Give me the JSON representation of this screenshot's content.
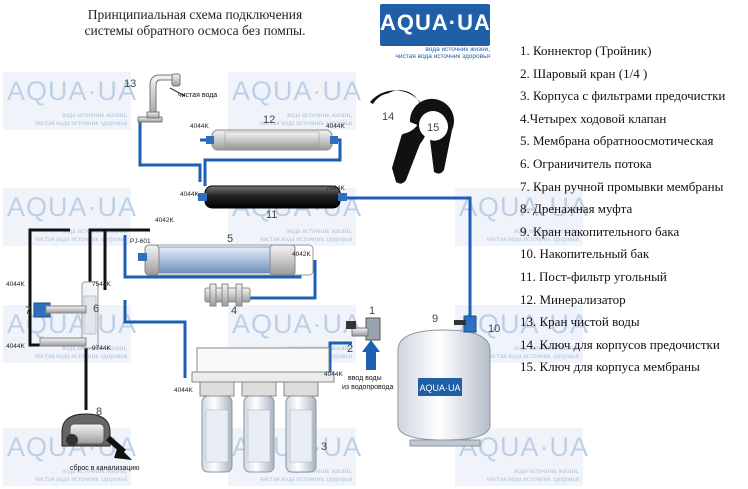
{
  "title": {
    "line1": "Принципиальная схема подключения",
    "line2": "системы обратного осмоса без помпы."
  },
  "logo": {
    "text": "AQUA·UA",
    "tagline1": "вода источник жизни,",
    "tagline2": "чистая вода источник здоровья"
  },
  "watermark": {
    "text": "AQUA·UA",
    "tagline1": "вода источник жизни,",
    "tagline2": "чистая вода источник здоровья"
  },
  "legend": [
    "1. Коннектор (Тройник)",
    "2. Шаровый кран (1/4 )",
    "3. Корпуса с фильтрами предочистки",
    "4.Четырех ходовой клапан",
    "5. Мембрана обратноосмотическая",
    "6. Ограничитель потока",
    "7. Кран ручной промывки мембраны",
    "8. Дренажная муфта",
    "9. Кран накопительного бака",
    "10. Накопительный бак",
    "11. Пост-фильтр угольный",
    "12. Минерализатор",
    "13. Кран чистой воды",
    "14. Ключ для корпусов предочистки",
    "15. Ключ для корпуса мембраны"
  ],
  "labels": {
    "clean_water": "чистая вода",
    "water_input_1": "ввод воды",
    "water_input_2": "из водопровода",
    "drain": "сброс в канализацию",
    "tank_brand": "AQUA·UA",
    "fittings": {
      "f4044k": "4044K",
      "f4042k": "4042K",
      "f7544k": "7544K",
      "f9744k": "9744K",
      "fpj601": "PJ-601"
    },
    "numbers": {
      "n1": "1",
      "n2": "2",
      "n3": "3",
      "n4": "4",
      "n5": "5",
      "n6": "6",
      "n7": "7",
      "n8": "8",
      "n9": "9",
      "n10": "10",
      "n11": "11",
      "n12": "12",
      "n13": "13",
      "n14": "14",
      "n15": "15"
    }
  },
  "colors": {
    "blue_tube": "#1d5fb5",
    "black_tube": "#111111",
    "brand": "#1f5fa8"
  }
}
